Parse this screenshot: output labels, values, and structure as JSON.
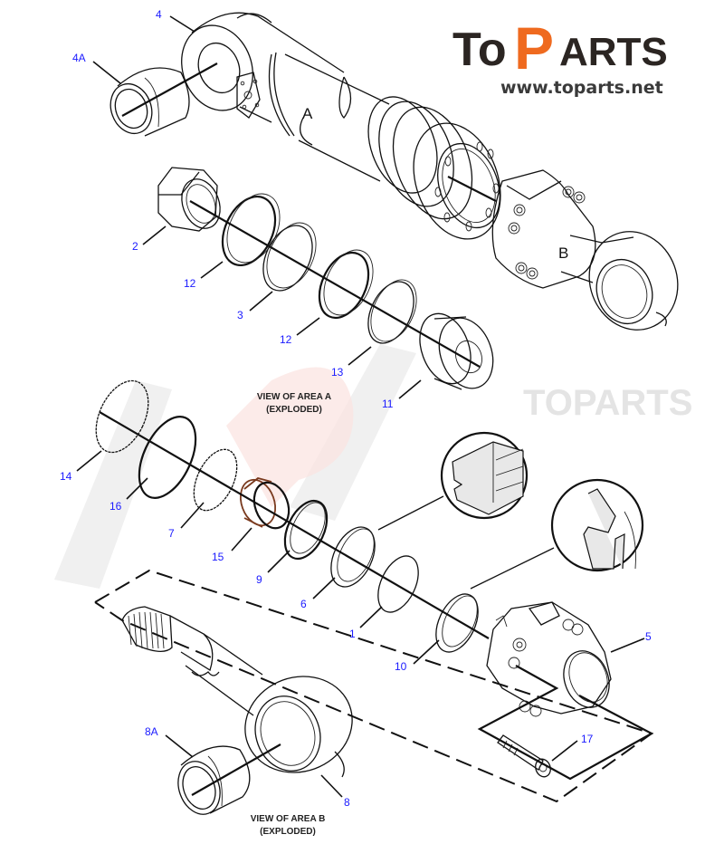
{
  "logo": {
    "brand_prefix": "To",
    "brand_accent": "P",
    "brand_suffix": "ARTS",
    "url": "www.toparts.net",
    "colors": {
      "dark": "#2b2522",
      "accent": "#ef6a1f"
    }
  },
  "watermark": {
    "text": "TOPARTS"
  },
  "diagram": {
    "reference_letters": {
      "a": "A",
      "b": "B"
    },
    "area_labels": {
      "area_a_line1": "VIEW OF AREA A",
      "area_a_line2": "(EXPLODED)",
      "area_b_line1": "VIEW OF AREA B",
      "area_b_line2": "(EXPLODED)"
    },
    "callouts": {
      "c4": "4",
      "c4a": "4A",
      "c2": "2",
      "c12a": "12",
      "c3": "3",
      "c12b": "12",
      "c13": "13",
      "c11": "11",
      "c14": "14",
      "c16": "16",
      "c7": "7",
      "c15": "15",
      "c9": "9",
      "c6": "6",
      "c1": "1",
      "c10": "10",
      "c5": "5",
      "c17": "17",
      "c8a": "8A",
      "c8": "8"
    },
    "callout_color": "#1a1aff",
    "highlight_color": "#7a3a1e"
  }
}
